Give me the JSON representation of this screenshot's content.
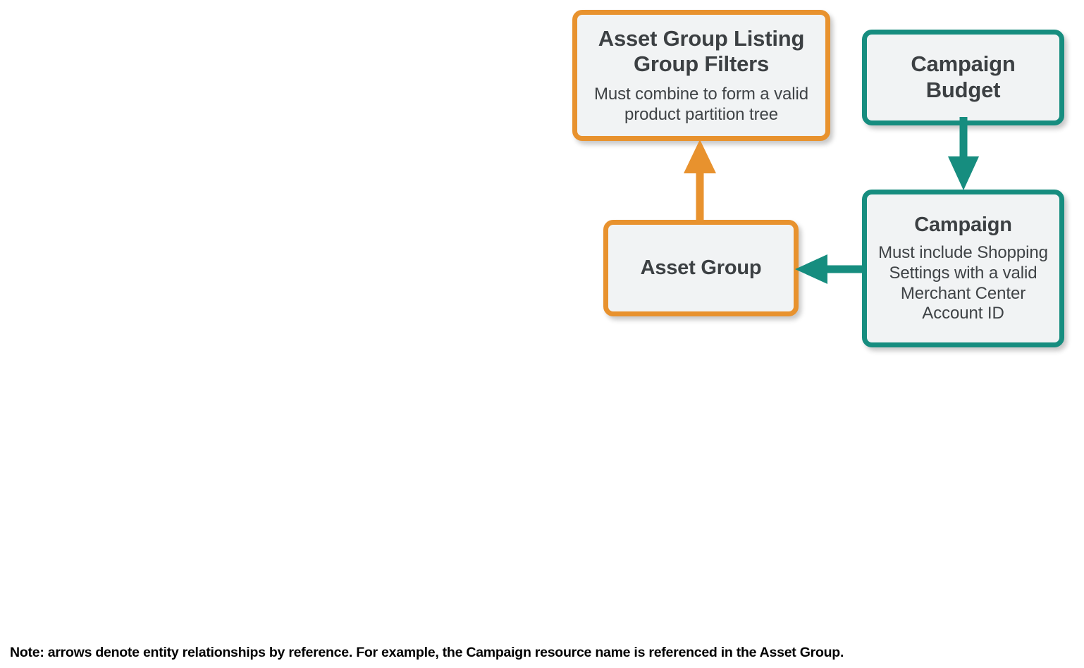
{
  "diagram": {
    "colors": {
      "orange": "#e8922e",
      "teal": "#168d7f",
      "node_fill": "#f1f3f4",
      "title_text": "#3c4043",
      "note_text": "#000000",
      "background": "#ffffff"
    },
    "nodes": [
      {
        "id": "asset-group-listing-group-filters",
        "title": "Asset Group Listing Group Filters",
        "subtitle": "Must combine to form a valid product partition tree",
        "color": "orange"
      },
      {
        "id": "campaign-budget",
        "title": "Campaign Budget",
        "subtitle": "",
        "color": "teal"
      },
      {
        "id": "asset-group",
        "title": "Asset Group",
        "subtitle": "",
        "color": "orange"
      },
      {
        "id": "campaign",
        "title": "Campaign",
        "subtitle": "Must include Shopping Settings with a valid Merchant Center Account ID",
        "color": "teal"
      }
    ],
    "edges": [
      {
        "id": "asset-group-to-filters",
        "from": "asset-group",
        "to": "asset-group-listing-group-filters",
        "direction": "up",
        "color": "orange"
      },
      {
        "id": "campaign-budget-to-campaign",
        "from": "campaign-budget",
        "to": "campaign",
        "direction": "down",
        "color": "teal"
      },
      {
        "id": "campaign-to-asset-group",
        "from": "campaign",
        "to": "asset-group",
        "direction": "left",
        "color": "teal"
      }
    ],
    "note": "Note: arrows denote entity relationships by reference. For example, the Campaign resource name is referenced in the Asset Group."
  }
}
